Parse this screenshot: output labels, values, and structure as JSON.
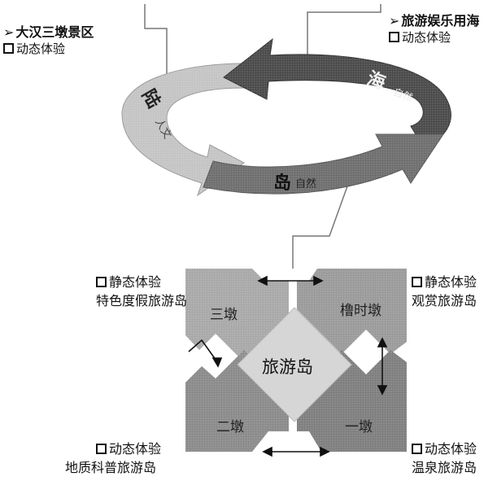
{
  "top_left": {
    "title": "大汉三墩景区",
    "sub": "动态体验"
  },
  "top_right": {
    "title": "旅游娱乐用海",
    "sub": "动态体验"
  },
  "cycle": {
    "land": {
      "big": "陆",
      "small": "人文"
    },
    "sea": {
      "big": "海",
      "small": "自然"
    },
    "island": {
      "big": "岛",
      "small": "自然"
    }
  },
  "center": "旅游岛",
  "quadrants": {
    "tl": "三墩",
    "tr": "橹时墩",
    "bl": "二墩",
    "br": "一墩"
  },
  "side_labels": {
    "tl": {
      "line1": "静态体验",
      "line2": "特色度假旅游岛"
    },
    "tr": {
      "line1": "静态体验",
      "line2": "观赏旅游岛"
    },
    "bl": {
      "line1": "动态体验",
      "line2": "地质科普旅游岛"
    },
    "br": {
      "line1": "动态体验",
      "line2": "温泉旅游岛"
    }
  },
  "colors": {
    "land": "#c4c4c4",
    "sea": "#4a4a4a",
    "island": "#6e6e6e",
    "quad": "#a8a8a8",
    "center": "#d6d6d6"
  }
}
